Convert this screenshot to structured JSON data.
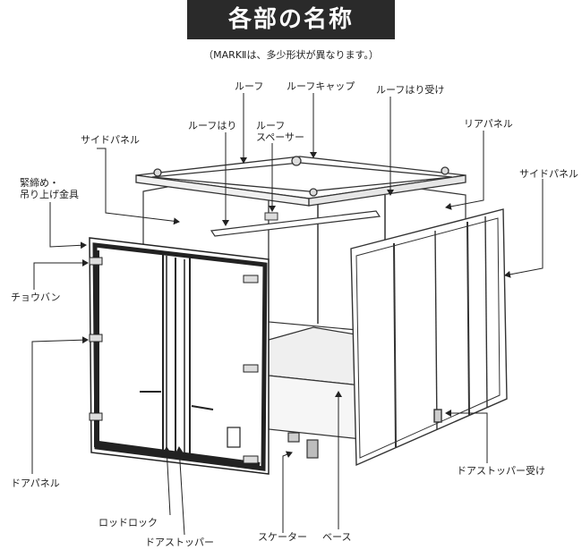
{
  "title": "各部の名称",
  "subtitle": "（MARKⅡは、多少形状が異なります。）",
  "labels": {
    "roof": "ルーフ",
    "roof_cap": "ルーフキャップ",
    "roof_beam_receiver": "ルーフはり受け",
    "roof_beam": "ルーフはり",
    "roof_spacer_line1": "ルーフ",
    "roof_spacer_line2": "スペーサー",
    "side_panel_left": "サイドパネル",
    "rear_panel": "リアパネル",
    "side_panel_right": "サイドパネル",
    "fastening_line1": "緊締め・",
    "fastening_line2": "吊り上げ金具",
    "hinge": "チョウバン",
    "door_panel": "ドアパネル",
    "rod_lock": "ロッドロック",
    "door_stopper": "ドアストッパー",
    "skater": "スケーター",
    "base": "ベース",
    "door_stopper_receiver": "ドアストッパー受け"
  }
}
